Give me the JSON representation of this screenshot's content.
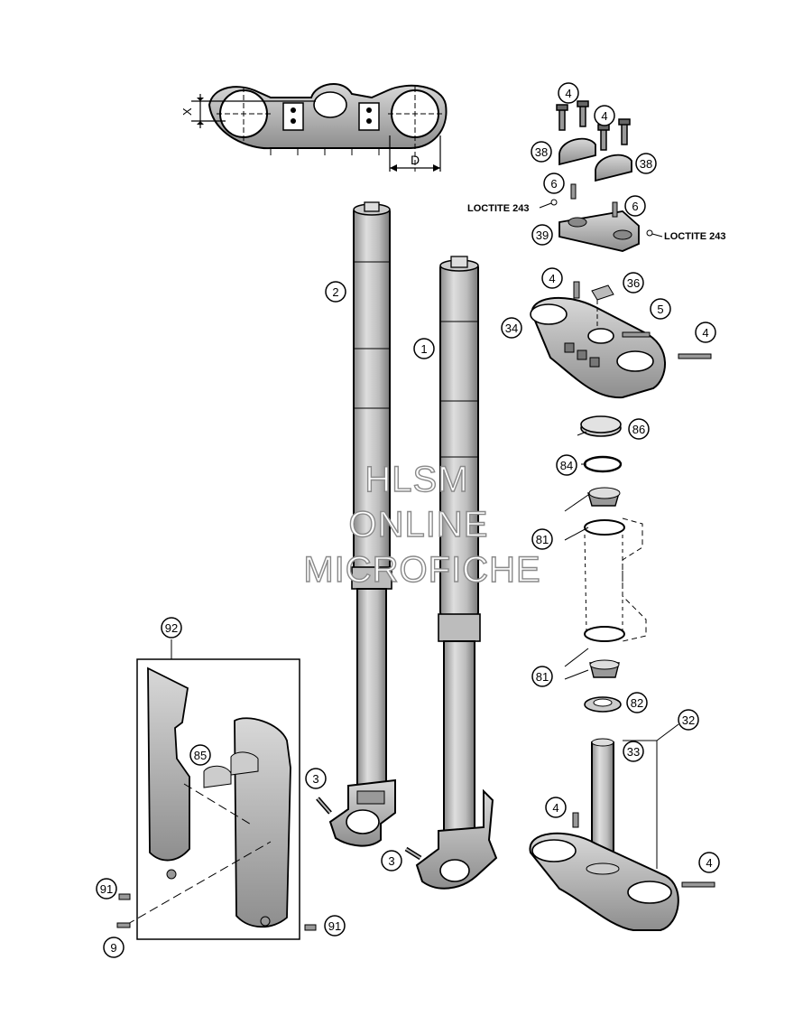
{
  "dimensions": {
    "x": "X",
    "d": "D"
  },
  "loctite": {
    "left": "LOCTITE 243",
    "right": "LOCTITE 243"
  },
  "parts": {
    "p1": "1",
    "p2": "2",
    "p3a": "3",
    "p3b": "3",
    "p4a": "4",
    "p4b": "4",
    "p4c": "4",
    "p4d": "4",
    "p4e": "4",
    "p4f": "4",
    "p5": "5",
    "p6a": "6",
    "p6b": "6",
    "p9": "9",
    "p32": "32",
    "p33": "33",
    "p34": "34",
    "p36": "36",
    "p38a": "38",
    "p38b": "38",
    "p39": "39",
    "p81a": "81",
    "p81b": "81",
    "p82": "82",
    "p84": "84",
    "p85": "85",
    "p86": "86",
    "p91a": "91",
    "p91b": "91",
    "p92": "92"
  },
  "watermark": {
    "line1": "HLSM",
    "line2": "ONLINE",
    "line3": "MICROFICHE"
  },
  "colors": {
    "line": "#000000",
    "shade": "#b4b4b4",
    "watermark_stroke": "#8a8a8a"
  }
}
